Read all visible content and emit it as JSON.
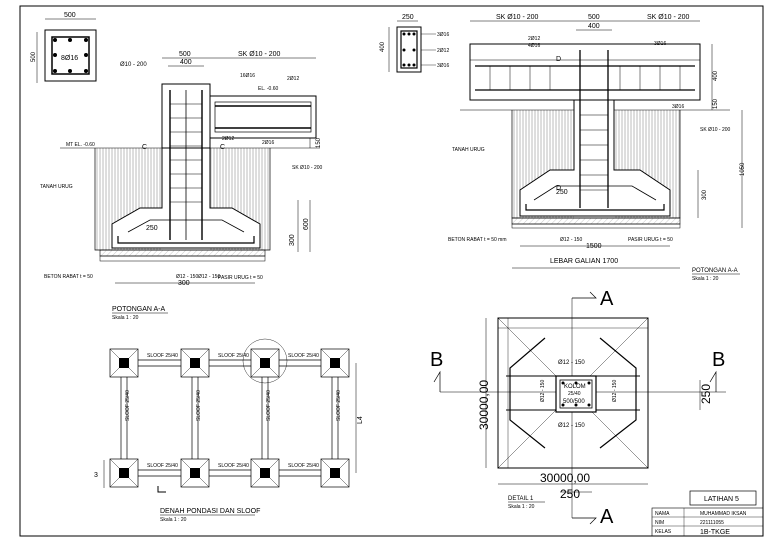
{
  "col_section": {
    "width": "500",
    "depth": "500",
    "rebar": "8Ø16"
  },
  "section_left": {
    "dim_col": "500",
    "dim_inner": "400",
    "stirrup_label": "SK Ø10 - 200",
    "stirrup_left": "Ø10 - 200",
    "tag_1": "16Ø16",
    "tag_2": "2Ø12",
    "elev_top": "EL. -0.60",
    "elev_left": "MT EL. -0.60",
    "tag_3": "2Ø12",
    "tag_4": "2Ø16",
    "cut": "C",
    "dim_150": "150",
    "sk_bottom": "SK Ø10 - 200",
    "soil": "TANAH URUG",
    "dim_250": "250",
    "dim_300": "300",
    "dim_600": "600",
    "lean": "BETON RABAT t = 50",
    "bars_a": "Ø12 - 150",
    "bars_b": "Ø12 - 150",
    "sand": "PASIR URUG t = 50",
    "dim_bottom": "300",
    "title": "POTONGAN A-A",
    "scale": "Skala 1 : 20"
  },
  "sloof_detail": {
    "dim_w": "250",
    "dim_h": "400",
    "t1": "3Ø16",
    "t2": "2Ø12",
    "t3": "3Ø16"
  },
  "section_right": {
    "sk_left": "SK Ø10 - 200",
    "dim_500": "500",
    "sk_right": "SK Ø10 - 200",
    "dim_400": "400",
    "t1": "2Ø12",
    "t2": "4Ø16",
    "t3": "3Ø16",
    "d": "D",
    "dim_r400": "400",
    "dim_r150": "150",
    "t4": "3Ø16",
    "soil": "TANAH URUG",
    "sk_side": "SK Ø10 - 200",
    "dim_250": "250",
    "dim_1050": "1050",
    "dim_300": "300",
    "lean": "BETON RABAT t = 50 mm",
    "bars": "Ø12 - 150",
    "sand": "PASIR URUG t = 50",
    "dim_r1500": "1500",
    "excavation": "LEBAR GALIAN 1700",
    "title": "POTONGAN A-A",
    "scale": "Skala 1 : 20"
  },
  "plan": {
    "sloof_h": [
      "SLOOF 25/40",
      "SLOOF 25/40",
      "SLOOF 25/40"
    ],
    "sloof_h_bottom": [
      "SLOOF 25/40",
      "SLOOF 25/40",
      "SLOOF 25/40"
    ],
    "sloof_v": [
      "SLOOF 25/40",
      "SLOOF 25/40",
      "SLOOF 25/40",
      "SLOOF 25/40"
    ],
    "l4": "L4",
    "l3": "3",
    "title": "DENAH PONDASI DAN SLOOF",
    "scale": "Skala 1 : 20"
  },
  "detail1": {
    "cut_a": "A",
    "cut_b": "B",
    "bar_top": "Ø12 - 150",
    "bar_bottom": "Ø12 - 150",
    "bar_left": "Ø12 - 150",
    "bar_right": "Ø12 - 150",
    "col_label": "KOLOM",
    "col_mid": "25/40",
    "col_size": "500/500",
    "dim_v": "30000,00",
    "dim_h": "30000,00",
    "dim_r250": "250",
    "dim_b250": "250",
    "title": "DETAIL 1",
    "scale": "Skala 1 : 20"
  },
  "title_block": {
    "sheet": "LATIHAN 5",
    "nama_label": "NAMA",
    "nama": "MUHAMMAD IKSAN",
    "nim_label": "NIM",
    "nim": "221111055",
    "kelas_label": "KELAS",
    "kelas": "1B-TKGE"
  }
}
